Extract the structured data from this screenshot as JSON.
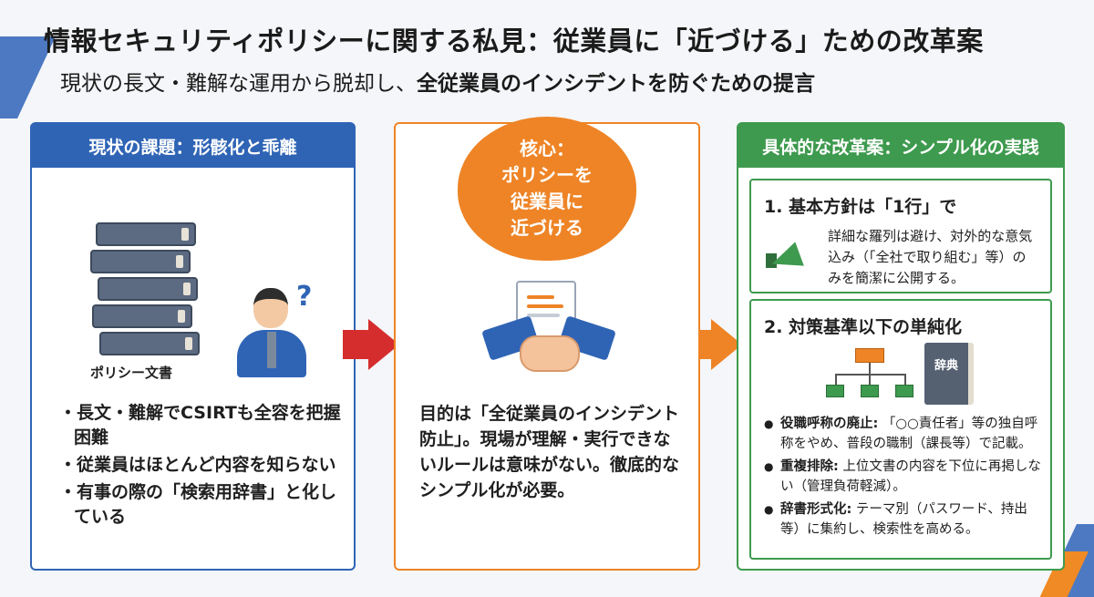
{
  "title": "情報セキュリティポリシーに関する私見：従業員に「近づける」ための改革案",
  "subtitle": {
    "normal": "現状の長文・難解な運用から脱却し、",
    "bold": "全従業員のインシデントを防ぐための提言"
  },
  "left": {
    "header": "現状の課題：形骸化と乖離",
    "book_label": "ポリシー文書",
    "qmark": "?",
    "bullets": [
      "長文・難解でCSIRTも全容を把握困難",
      "従業員はほとんど内容を知らない",
      "有事の際の「検索用辞書」と化している"
    ]
  },
  "middle": {
    "core_lines": [
      "核心：",
      "ポリシーを",
      "従業員に",
      "近づける"
    ],
    "text": "目的は「全従業員のインシデント防止」。現場が理解・実行できないルールは意味がない。徹底的なシンプル化が必要。"
  },
  "right": {
    "header": "具体的な改革案：シンプル化の実践",
    "sub1": {
      "title": "1.  基本方針は「1行」で",
      "text": "詳細な羅列は避け、対外的な意気込み（「全社で取り組む」等）のみを簡潔に公開する。"
    },
    "sub2": {
      "title": "2.  対策基準以下の単純化",
      "dict_label": "辞典",
      "items": [
        {
          "label": "役職呼称の廃止:",
          "text": " 「○○責任者」等の独自呼称をやめ、普段の職制（課長等）で記載。"
        },
        {
          "label": "重複排除:",
          "text": " 上位文書の内容を下位に再掲しない（管理負荷軽減）。"
        },
        {
          "label": "辞書形式化:",
          "text": " テーマ別（パスワード、持出等）に集約し、検索性を高める。"
        }
      ]
    }
  },
  "colors": {
    "blue": "#2f64b5",
    "orange": "#ee8426",
    "green": "#3e9a4e",
    "red": "#d52d2d"
  }
}
